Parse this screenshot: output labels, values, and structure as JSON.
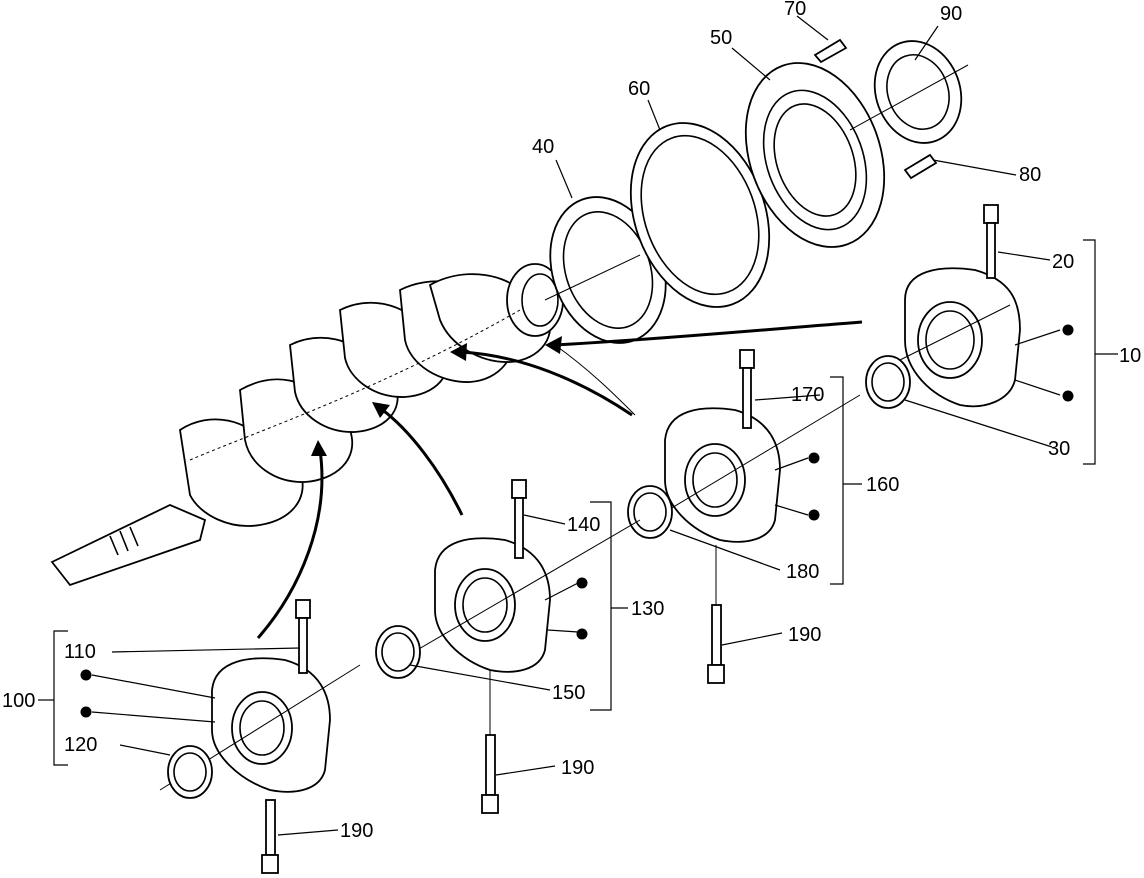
{
  "diagram": {
    "callouts": {
      "c10": "10",
      "c20": "20",
      "c30": "30",
      "c40": "40",
      "c50": "50",
      "c60": "60",
      "c70": "70",
      "c80": "80",
      "c90": "90",
      "c100": "100",
      "c110": "110",
      "c120": "120",
      "c130": "130",
      "c140": "140",
      "c150": "150",
      "c160": "160",
      "c170": "170",
      "c180": "180",
      "c190a": "190",
      "c190b": "190",
      "c190c": "190"
    }
  }
}
